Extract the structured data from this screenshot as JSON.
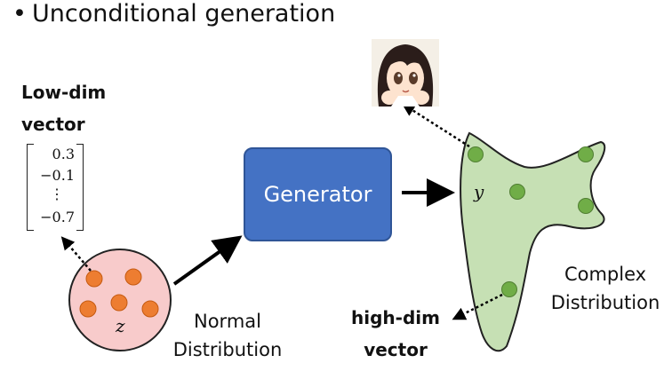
{
  "title": {
    "bullet": "•",
    "text": "Unconditional generation"
  },
  "low_dim": {
    "line1": "Low-dim",
    "line2": "vector"
  },
  "vector": {
    "v1": "0.3",
    "v2": "−0.1",
    "v3": "⋮",
    "v4": "−0.7"
  },
  "generator": {
    "label": "Generator"
  },
  "normal_distribution": {
    "line1": "Normal",
    "line2": "Distribution",
    "variable": "z"
  },
  "complex_distribution": {
    "line1": "Complex",
    "line2": "Distribution",
    "variable": "y"
  },
  "high_dim": {
    "line1": "high-dim",
    "line2": "vector"
  },
  "colors": {
    "generator_fill": "#4472c4",
    "circle_fill": "#f8cbcb",
    "dot_orange": "#ed7d31",
    "blob_fill": "#c6e0b4",
    "dot_green": "#70ad47",
    "arrow": "#000000"
  },
  "icons": {
    "avatar": "anime-face-image"
  }
}
